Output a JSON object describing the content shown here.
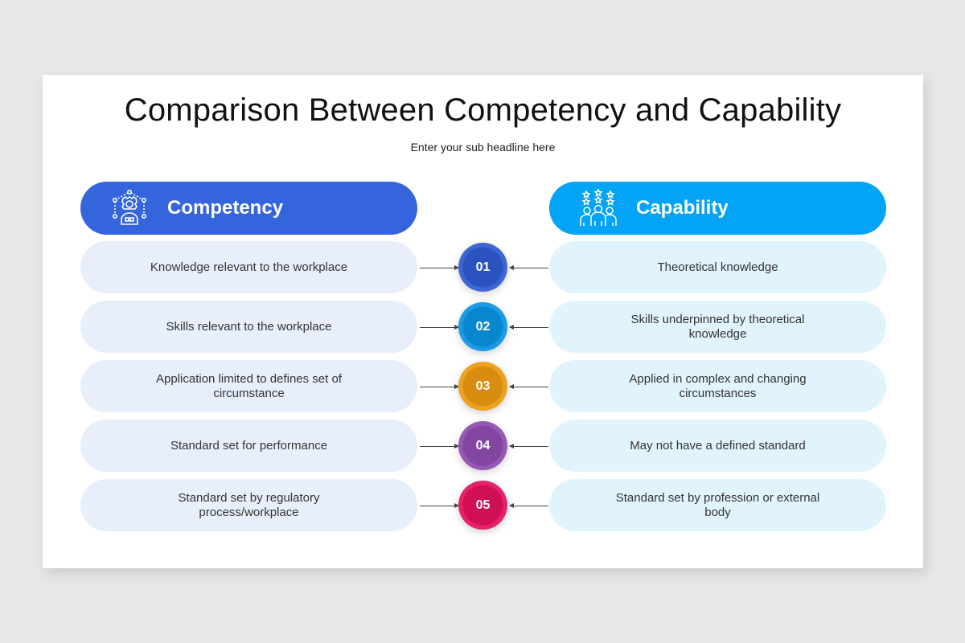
{
  "slide": {
    "title": "Comparison Between Competency and Capability",
    "subtitle": "Enter your sub headline here"
  },
  "left": {
    "header": {
      "label": "Competency",
      "icon": "person-network-icon",
      "color": "#3465dc"
    },
    "bg_color": "#e8effb",
    "items": [
      "Knowledge relevant to the workplace",
      "Skills relevant to the workplace",
      "Application limited to defines set of circumstance",
      "Standard set for performance",
      "Standard set by regulatory process/workplace"
    ]
  },
  "right": {
    "header": {
      "label": "Capability",
      "icon": "team-stars-icon",
      "color": "#03a3f5"
    },
    "bg_color": "#e1f3fd",
    "items": [
      "Theoretical knowledge",
      "Skills underpinned by theoretical knowledge",
      "Applied in complex and changing circumstances",
      "May not have a defined standard",
      "Standard set by profession or external body"
    ]
  },
  "numbers": [
    {
      "label": "01",
      "color": "#2f5bd0"
    },
    {
      "label": "02",
      "color": "#0a93e0"
    },
    {
      "label": "03",
      "color": "#eb9a12"
    },
    {
      "label": "04",
      "color": "#8e4cae"
    },
    {
      "label": "05",
      "color": "#e3115f"
    }
  ]
}
